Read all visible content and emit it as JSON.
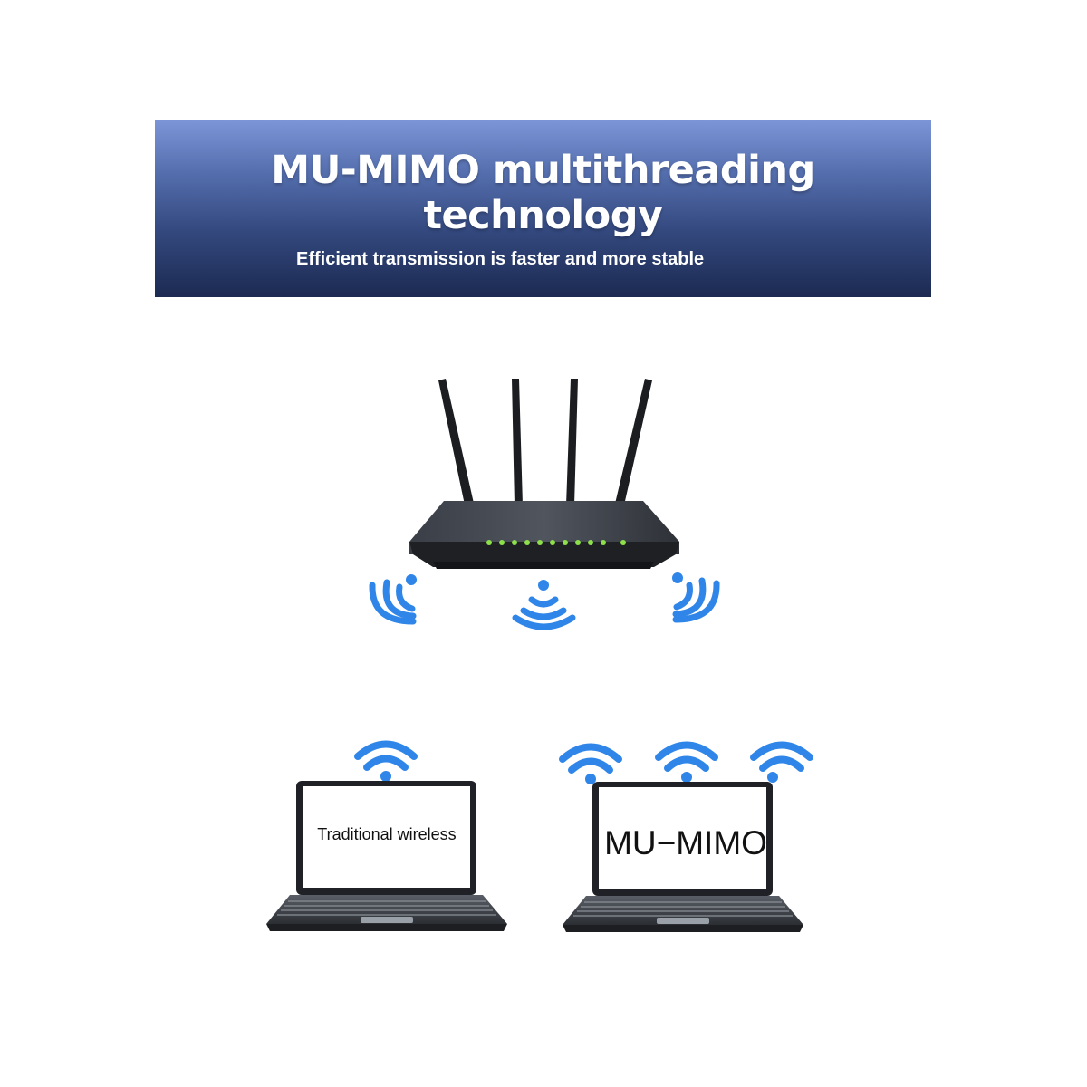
{
  "banner": {
    "title": "MU-MIMO multithreading technology",
    "subtitle": "Efficient transmission is faster and more stable"
  },
  "laptops": {
    "left": {
      "label": "Traditional wireless"
    },
    "right": {
      "label": "MU−MIMO"
    }
  },
  "colors": {
    "banner_top": "#7b95d6",
    "banner_bottom": "#1c2a52",
    "wifi_blue": "#2f86e8",
    "router_body": "#2a2d33",
    "led_green": "#8ee04a"
  }
}
